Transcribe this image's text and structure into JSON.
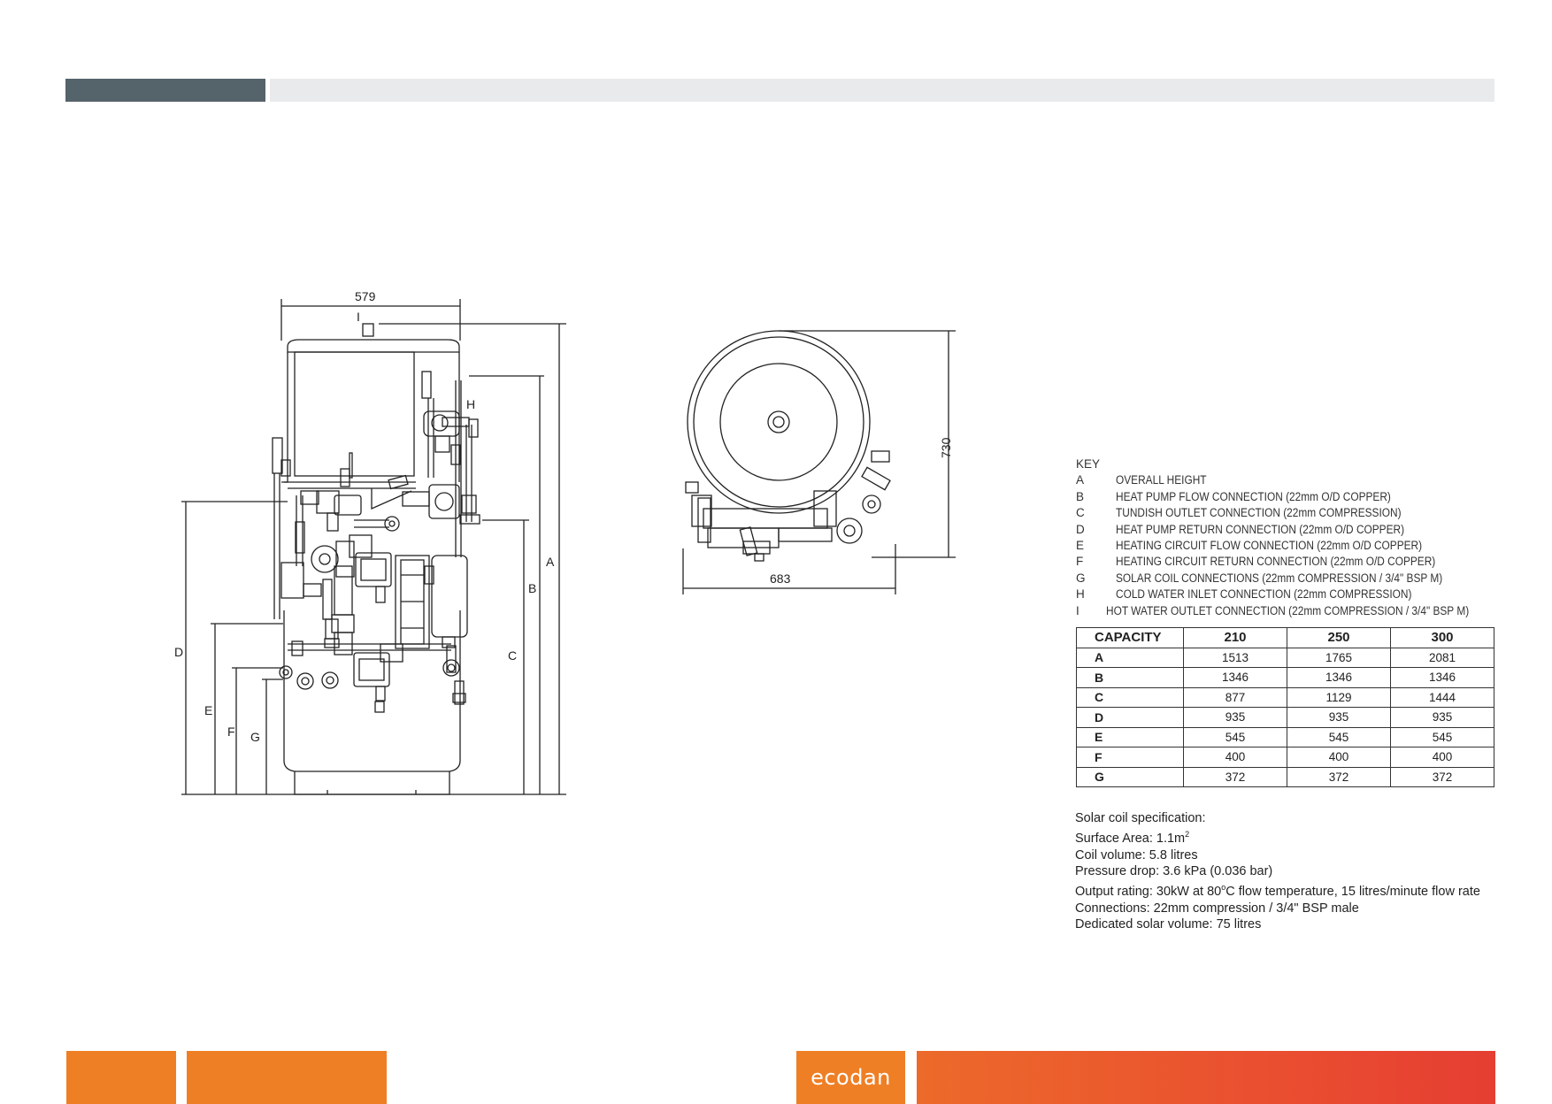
{
  "brand": {
    "logo_text": "ecodan"
  },
  "colors": {
    "orange": "#ef7f25",
    "red": "#e53e32",
    "header_dark": "#55636b",
    "header_light": "#e9eaeb"
  },
  "drawing_front": {
    "width_label": "579",
    "top_label": "I",
    "h_label": "H",
    "dimension_letters": [
      "A",
      "B",
      "C",
      "D",
      "E",
      "F",
      "G"
    ]
  },
  "drawing_top": {
    "depth_label": "730",
    "width_label": "683"
  },
  "key": {
    "title": "KEY",
    "items": [
      {
        "letter": "A",
        "desc": "OVERALL HEIGHT"
      },
      {
        "letter": "B",
        "desc": "HEAT PUMP FLOW CONNECTION (22mm O/D COPPER)"
      },
      {
        "letter": "C",
        "desc": "TUNDISH OUTLET CONNECTION (22mm COMPRESSION)"
      },
      {
        "letter": "D",
        "desc": "HEAT PUMP RETURN CONNECTION (22mm O/D COPPER)"
      },
      {
        "letter": "E",
        "desc": "HEATING CIRCUIT FLOW CONNECTION (22mm O/D COPPER)"
      },
      {
        "letter": "F",
        "desc": "HEATING CIRCUIT RETURN CONNECTION (22mm O/D COPPER)"
      },
      {
        "letter": "G",
        "desc": "SOLAR COIL CONNECTIONS (22mm COMPRESSION / 3/4\" BSP M)"
      },
      {
        "letter": "H",
        "desc": "COLD WATER INLET CONNECTION (22mm COMPRESSION)"
      },
      {
        "letter": "I",
        "desc": "HOT WATER OUTLET CONNECTION (22mm COMPRESSION / 3/4\" BSP M)"
      }
    ]
  },
  "capacity_table": {
    "headers": [
      "CAPACITY",
      "210",
      "250",
      "300"
    ],
    "rows": [
      {
        "label": "A",
        "values": [
          "1513",
          "1765",
          "2081"
        ]
      },
      {
        "label": "B",
        "values": [
          "1346",
          "1346",
          "1346"
        ]
      },
      {
        "label": "C",
        "values": [
          "877",
          "1129",
          "1444"
        ]
      },
      {
        "label": "D",
        "values": [
          "935",
          "935",
          "935"
        ]
      },
      {
        "label": "E",
        "values": [
          "545",
          "545",
          "545"
        ]
      },
      {
        "label": "F",
        "values": [
          "400",
          "400",
          "400"
        ]
      },
      {
        "label": "G",
        "values": [
          "372",
          "372",
          "372"
        ]
      }
    ]
  },
  "solar_spec": {
    "title": "Solar coil specification:",
    "surface_area": "Surface Area: 1.1m",
    "surface_area_sup": "2",
    "coil_volume": "Coil volume: 5.8 litres",
    "pressure_drop": "Pressure drop: 3.6 kPa (0.036 bar)",
    "output_rating_a": "Output rating: 30kW at 80",
    "output_rating_sup": "o",
    "output_rating_b": "C flow temperature, 15 litres/minute flow rate",
    "connections": "Connections: 22mm compression / 3/4\" BSP male",
    "dedicated_volume": "Dedicated solar volume: 75 litres"
  }
}
